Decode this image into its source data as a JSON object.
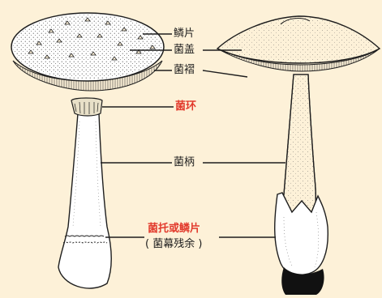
{
  "labels": {
    "scales": "鳞片",
    "cap": "菌盖",
    "gills": "菌褶",
    "ring": "菌环",
    "stipe": "菌柄",
    "volva": "菌托或鳞片",
    "volva_note": "( 菌幕残余 )"
  },
  "colors": {
    "background": "#fdf1d8",
    "ink": "#1e1e1e",
    "highlight": "#e23a2c"
  }
}
